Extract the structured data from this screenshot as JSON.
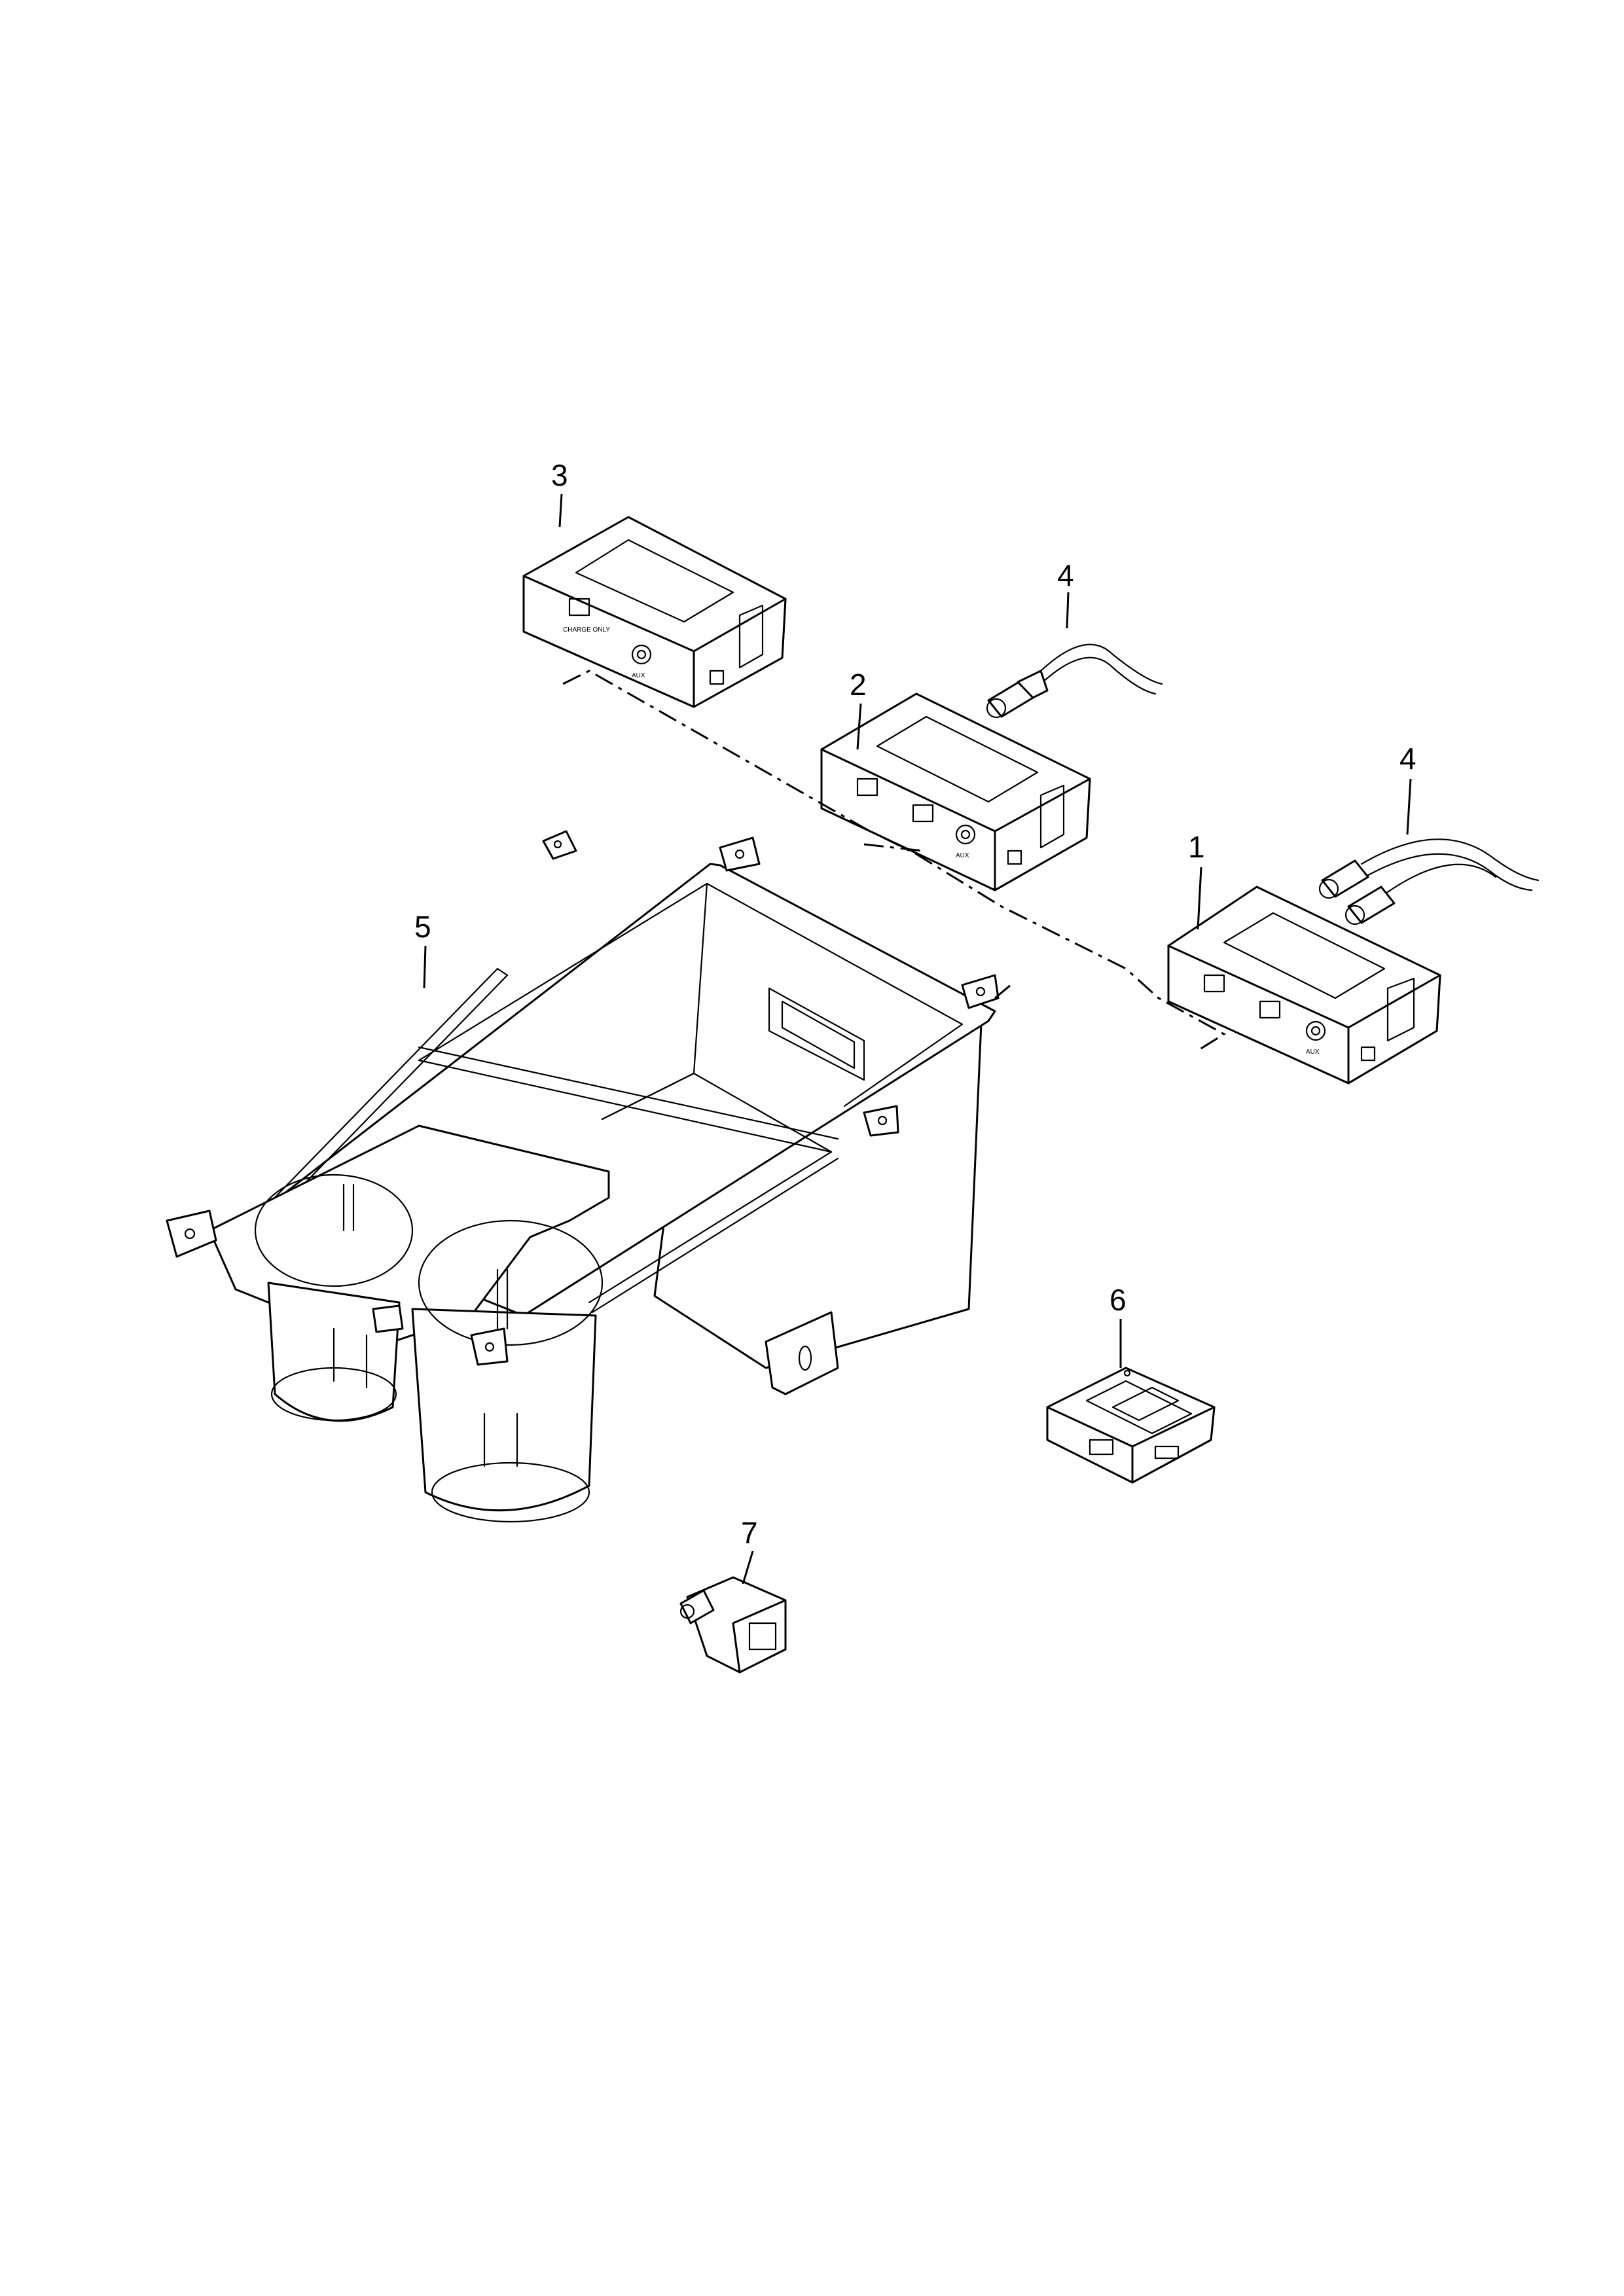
{
  "callouts": [
    {
      "id": "1",
      "label": "1"
    },
    {
      "id": "2",
      "label": "2"
    },
    {
      "id": "3",
      "label": "3"
    },
    {
      "id": "4a",
      "label": "4"
    },
    {
      "id": "4b",
      "label": "4"
    },
    {
      "id": "5",
      "label": "5"
    },
    {
      "id": "6",
      "label": "6"
    },
    {
      "id": "7",
      "label": "7"
    }
  ],
  "port_labels": {
    "aux": "AUX",
    "aux_3": "AUX",
    "charge_only": "CHARGE ONLY"
  }
}
